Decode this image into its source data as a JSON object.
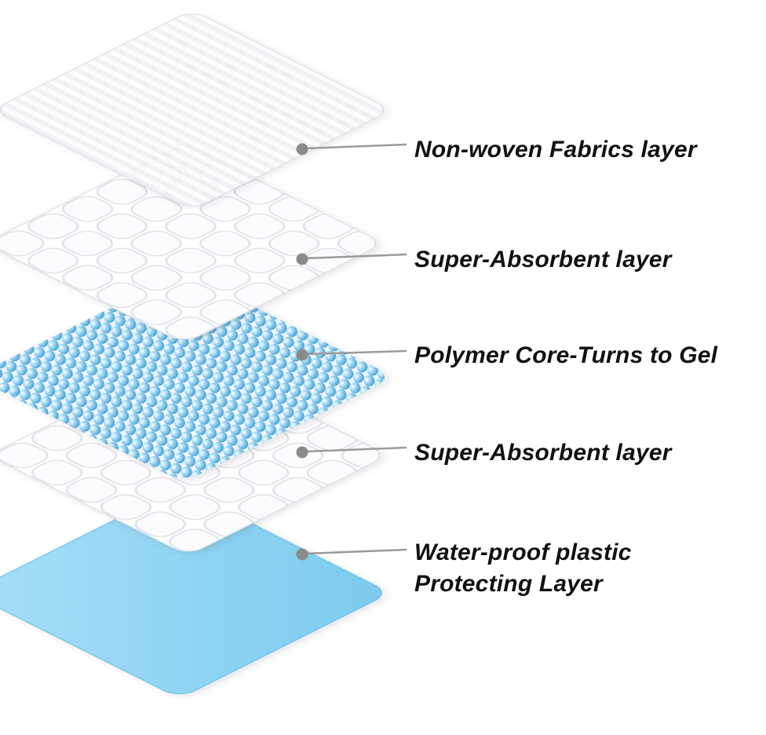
{
  "layers": [
    {
      "id": "non-woven-fabrics",
      "label": "Non-woven Fabrics layer"
    },
    {
      "id": "super-absorbent-upper",
      "label": "Super-Absorbent layer"
    },
    {
      "id": "polymer-core",
      "label": "Polymer Core-Turns to Gel"
    },
    {
      "id": "super-absorbent-lower",
      "label": "Super-Absorbent layer"
    },
    {
      "id": "waterproof-plastic",
      "label": "Water-proof plastic",
      "label_line2": "Protecting Layer"
    }
  ],
  "colors": {
    "background": "#ffffff",
    "label_text": "#111111",
    "leader_line": "#9a9a9a",
    "callout_dot": "#8a8a8a",
    "bead_blue": "#4f9fd2",
    "bead_highlight": "#ffffff",
    "waterproof_blue": "#87d0ef",
    "quilt_outline": "#e0e3e8",
    "nonwoven_stripe": "#eff1f4"
  }
}
